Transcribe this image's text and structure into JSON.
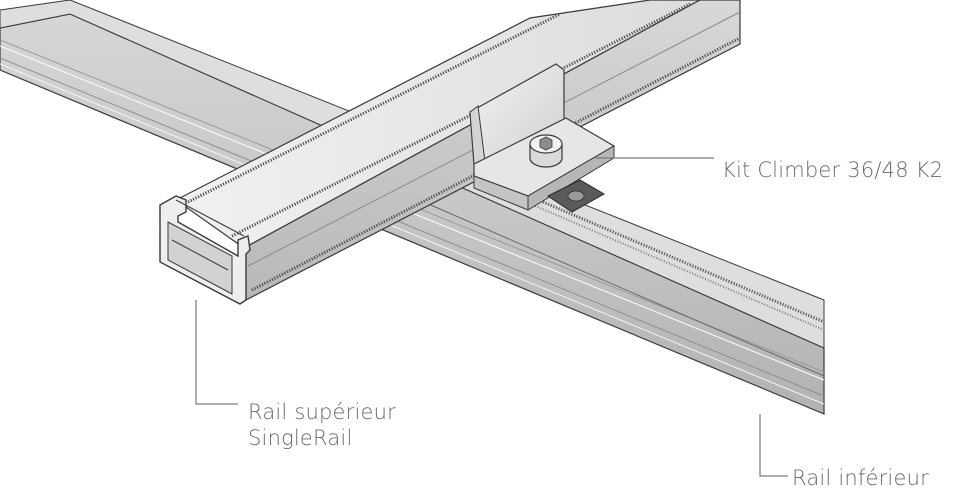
{
  "labels": {
    "kit": "Kit Climber 36/48 K2",
    "upper_rail_line1": "Rail supérieur",
    "upper_rail_line2": "SingleRail",
    "lower_rail": "Rail inférieur"
  },
  "colors": {
    "background": "#ffffff",
    "rail_light": "#e4e4e4",
    "rail_mid": "#c9c9c9",
    "rail_dark": "#9a9a9a",
    "outline": "#3a3a3a",
    "leader_line": "#7a7a7a",
    "label_text": "#6a6a6a"
  }
}
